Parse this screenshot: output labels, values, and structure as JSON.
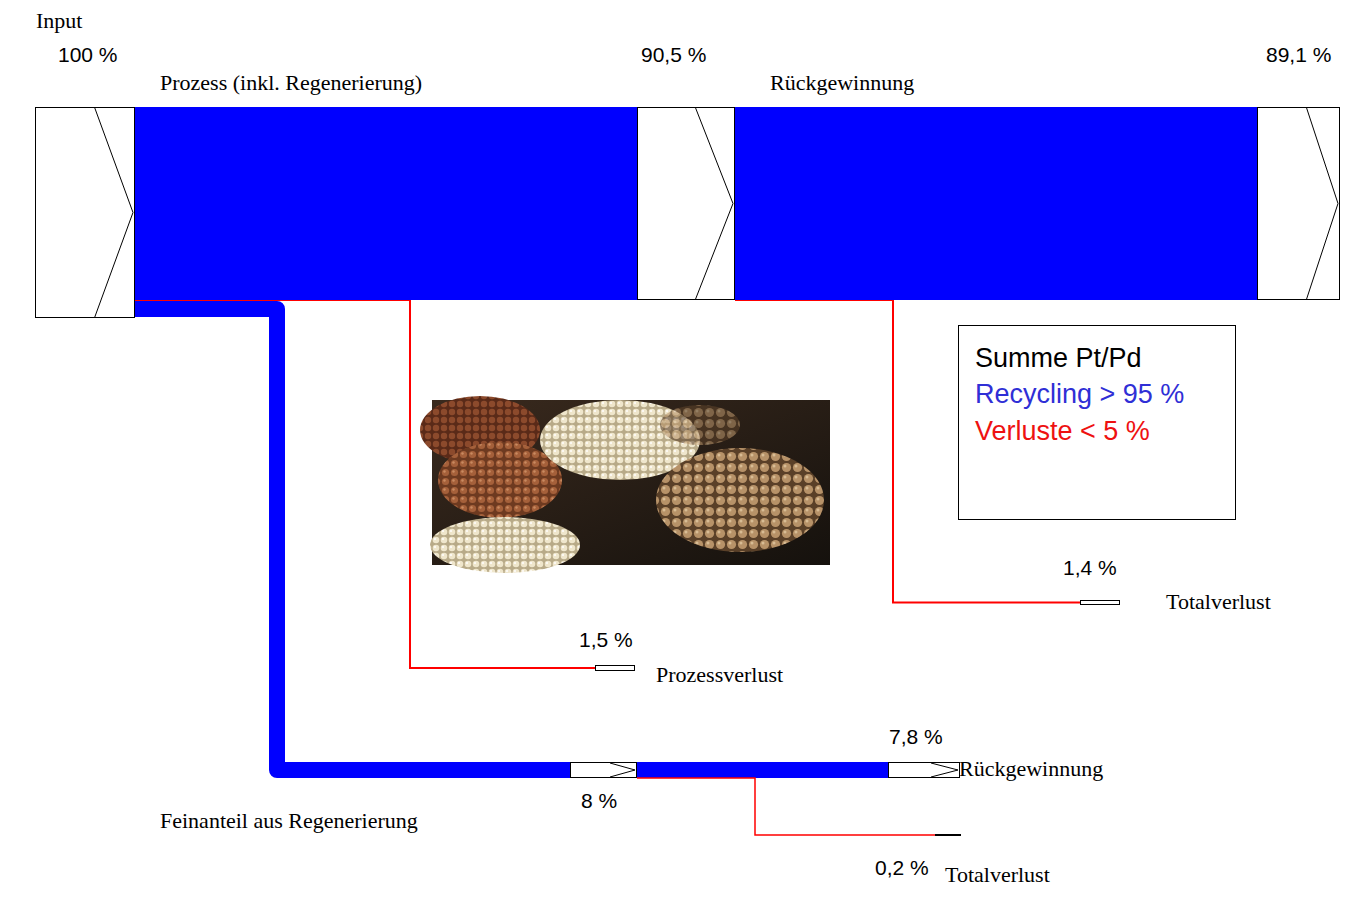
{
  "diagram": {
    "nodes": [
      {
        "text": [
          "Input",
          "100 %"
        ]
      },
      {
        "text": [
          "Prozess (inkl. Regenerierung)"
        ]
      },
      {
        "text": [
          "90,5 %"
        ]
      },
      {
        "text": [
          "Rückgewinnung"
        ]
      },
      {
        "text": [
          "89,1 %"
        ]
      },
      {
        "text": [
          "1,5 %",
          "Prozessverlust"
        ]
      },
      {
        "text": [
          "1,4 %",
          "Totalverlust"
        ]
      },
      {
        "text": [
          "8 %"
        ]
      },
      {
        "text": [
          "7,8 %",
          "Rückgewinnung"
        ]
      },
      {
        "text": [
          "0,2 %",
          "Totalverlust"
        ]
      },
      {
        "text": [
          "Summe Pt/Pd",
          "Recycling > 95 %",
          "Verluste < 5 %"
        ]
      }
    ],
    "edges": [
      {
        "from": 1,
        "to": 5,
        "arrow": "none"
      },
      {
        "from": 3,
        "to": 6,
        "arrow": "none"
      },
      {
        "from": 1,
        "to": 7,
        "arrow": "none"
      },
      {
        "from": 7,
        "to": 8,
        "arrow": "none"
      },
      {
        "from": 7,
        "to": 9,
        "arrow": "none"
      }
    ],
    "labels": [
      "Feinanteil aus Regenerierung"
    ]
  }
}
